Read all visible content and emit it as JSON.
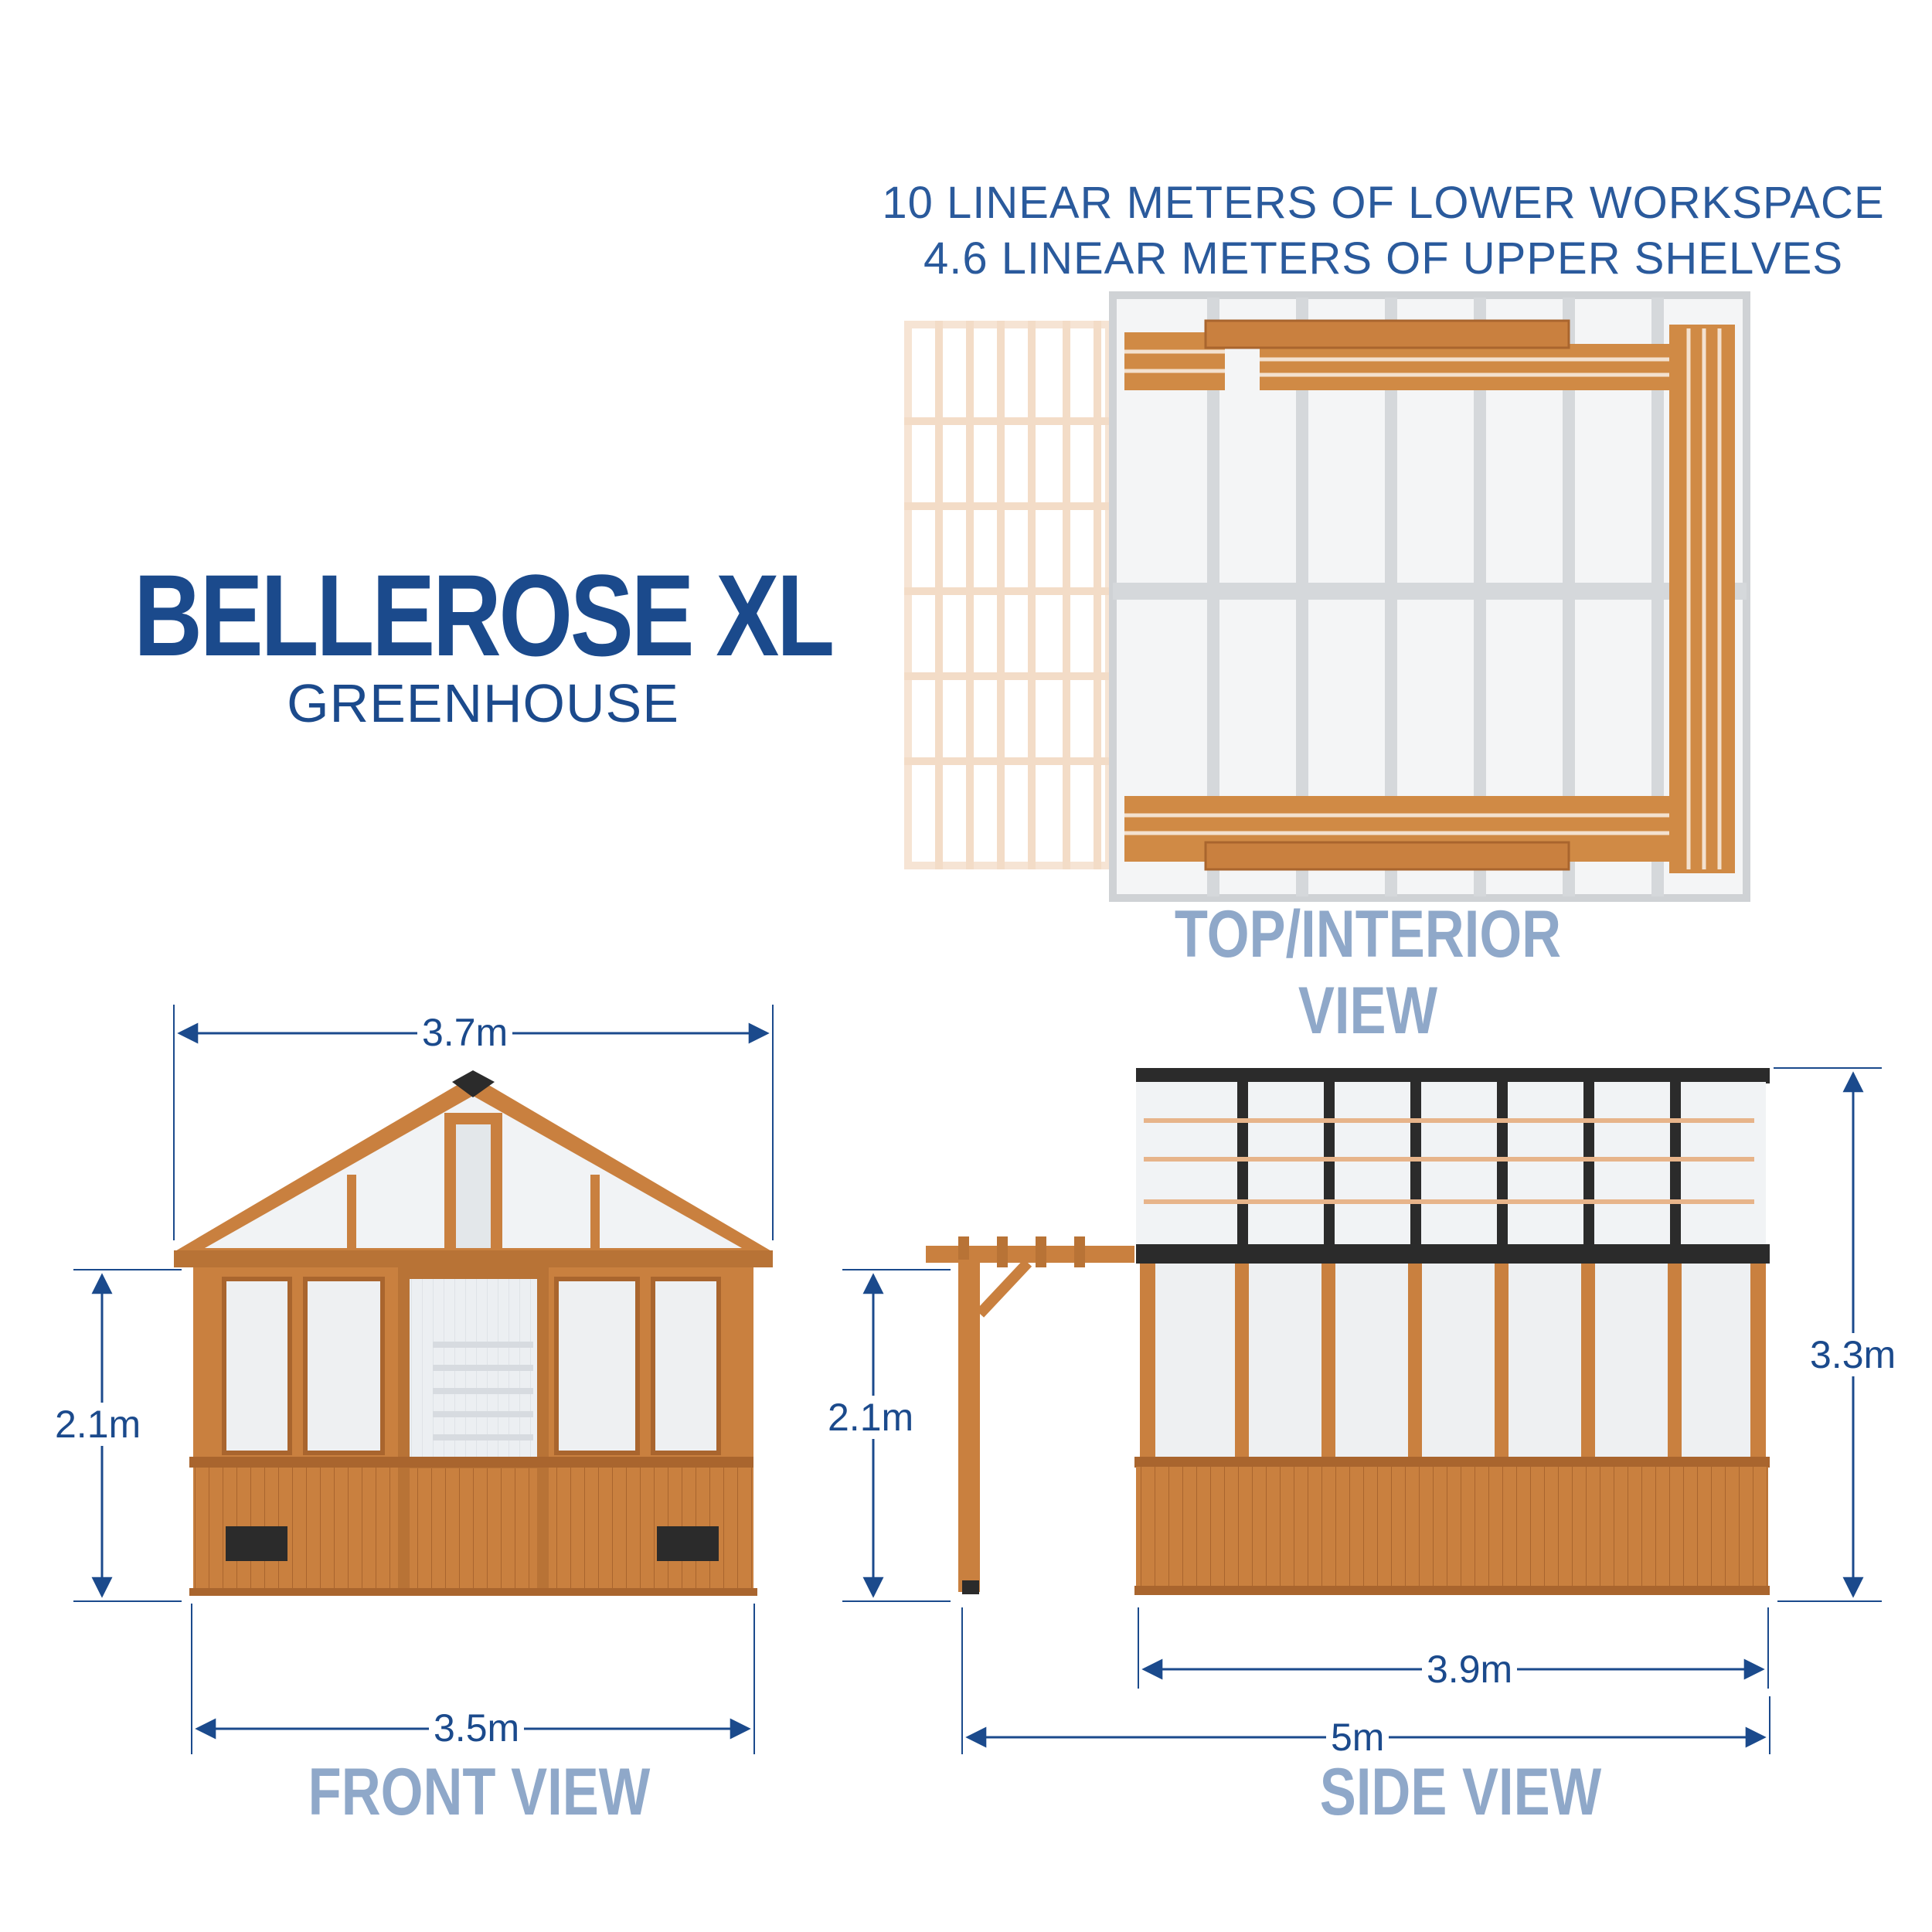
{
  "product": {
    "name": "BELLEROSE XL",
    "subtitle": "GREENHOUSE"
  },
  "capacity": {
    "lower_workspace": "10 LINEAR METERS OF LOWER WORKSPACE",
    "upper_shelves": "4.6 LINEAR METERS OF UPPER SHELVES"
  },
  "views": {
    "top": "TOP/INTERIOR VIEW",
    "front": "FRONT VIEW",
    "side": "SIDE VIEW"
  },
  "dimensions": {
    "front_roof_width": "3.7m",
    "front_base_width": "3.5m",
    "front_wall_height": "2.1m",
    "side_pergola_height": "2.1m",
    "side_total_height": "3.3m",
    "side_body_length": "3.9m",
    "side_total_length": "5m"
  },
  "colors": {
    "brand_blue": "#1b4a8c",
    "label_blue": "#8fa8c9",
    "cedar": "#c9803f",
    "cedar_dark": "#a9652e",
    "panel": "#eef0f2",
    "roof_black": "#2b2b2b"
  }
}
